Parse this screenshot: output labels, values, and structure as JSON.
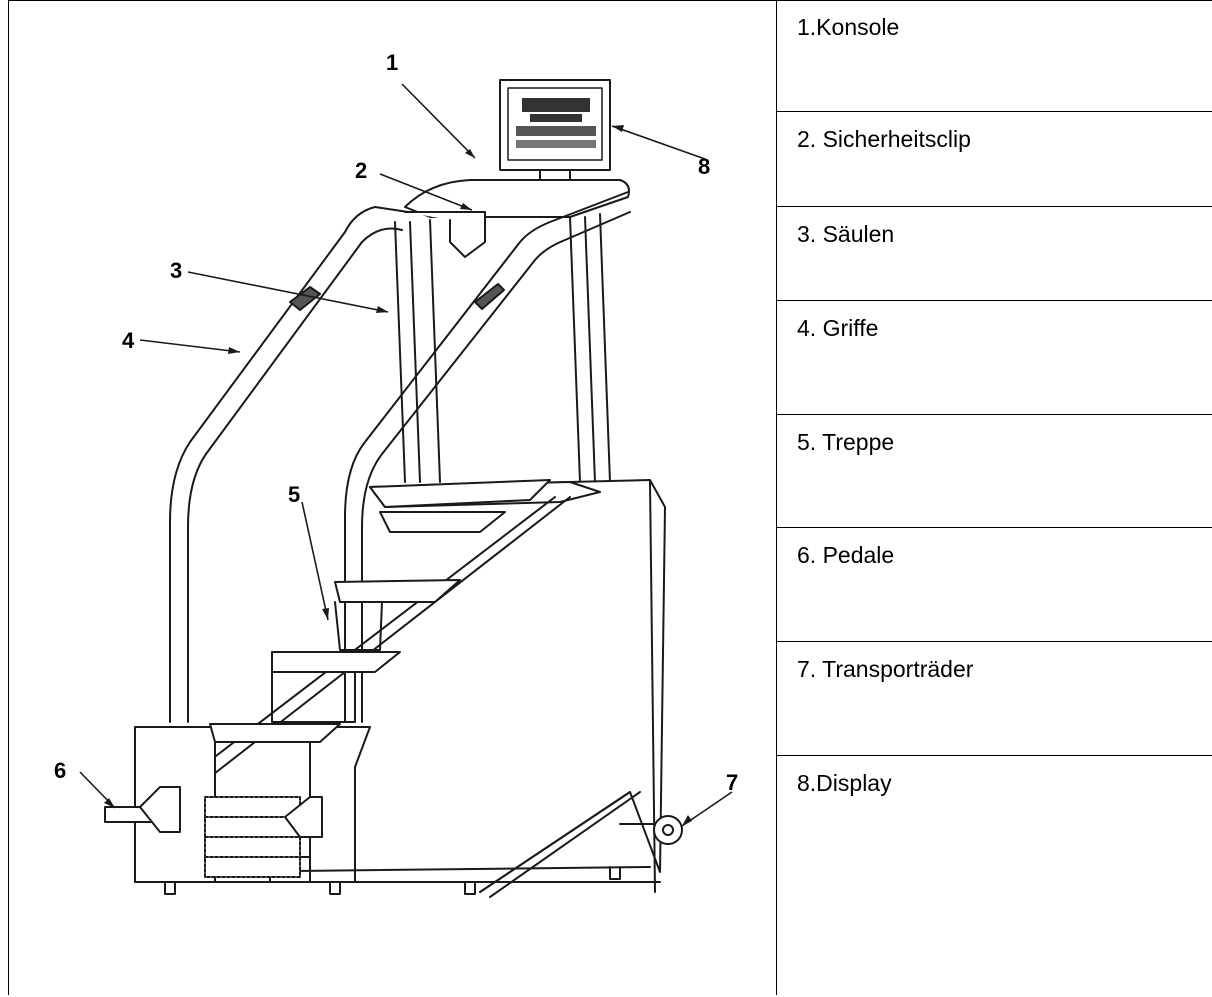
{
  "legend": {
    "items": [
      "1.Konsole",
      "2. Sicherheitsclip",
      "3. Säulen",
      "4. Griffe",
      "5. Treppe",
      "6. Pedale",
      "7. Transporträder",
      "8.Display"
    ]
  },
  "figure": {
    "callouts": [
      "1",
      "2",
      "3",
      "4",
      "5",
      "6",
      "7",
      "8"
    ]
  }
}
